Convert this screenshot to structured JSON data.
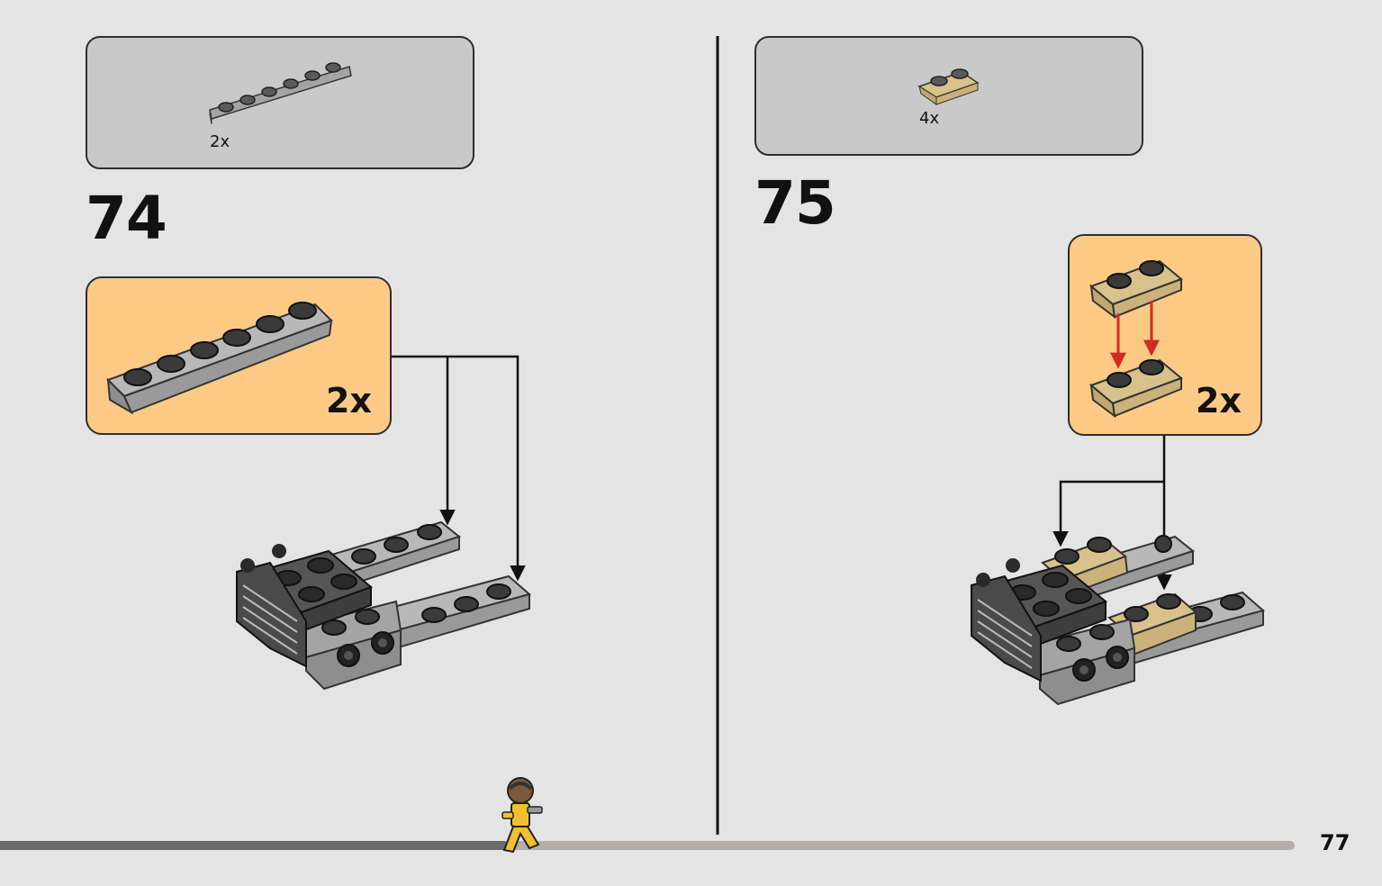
{
  "page": {
    "number": "77",
    "background": "#e4e4e4"
  },
  "step_left": {
    "number": "74",
    "parts": {
      "qty": "2x",
      "part": "grey-1x6-plate"
    },
    "callout": {
      "qty": "2x",
      "part": "grey-1x6-plate"
    }
  },
  "step_right": {
    "number": "75",
    "parts": {
      "qty": "4x",
      "part": "tan-1x2-plate"
    },
    "callout": {
      "qty": "2x",
      "part": "stacked-tan-1x2-plates"
    }
  },
  "colors": {
    "callout_fill": "#fdca86",
    "parts_fill": "#c9c9c9",
    "grey_brick": "#a4a4a4",
    "dark_brick": "#4a4a4a",
    "tan_brick": "#d9c18c",
    "red_arrow": "#d42a22"
  },
  "progress": {
    "value": 0.39,
    "icon": "minifigure-icon"
  }
}
